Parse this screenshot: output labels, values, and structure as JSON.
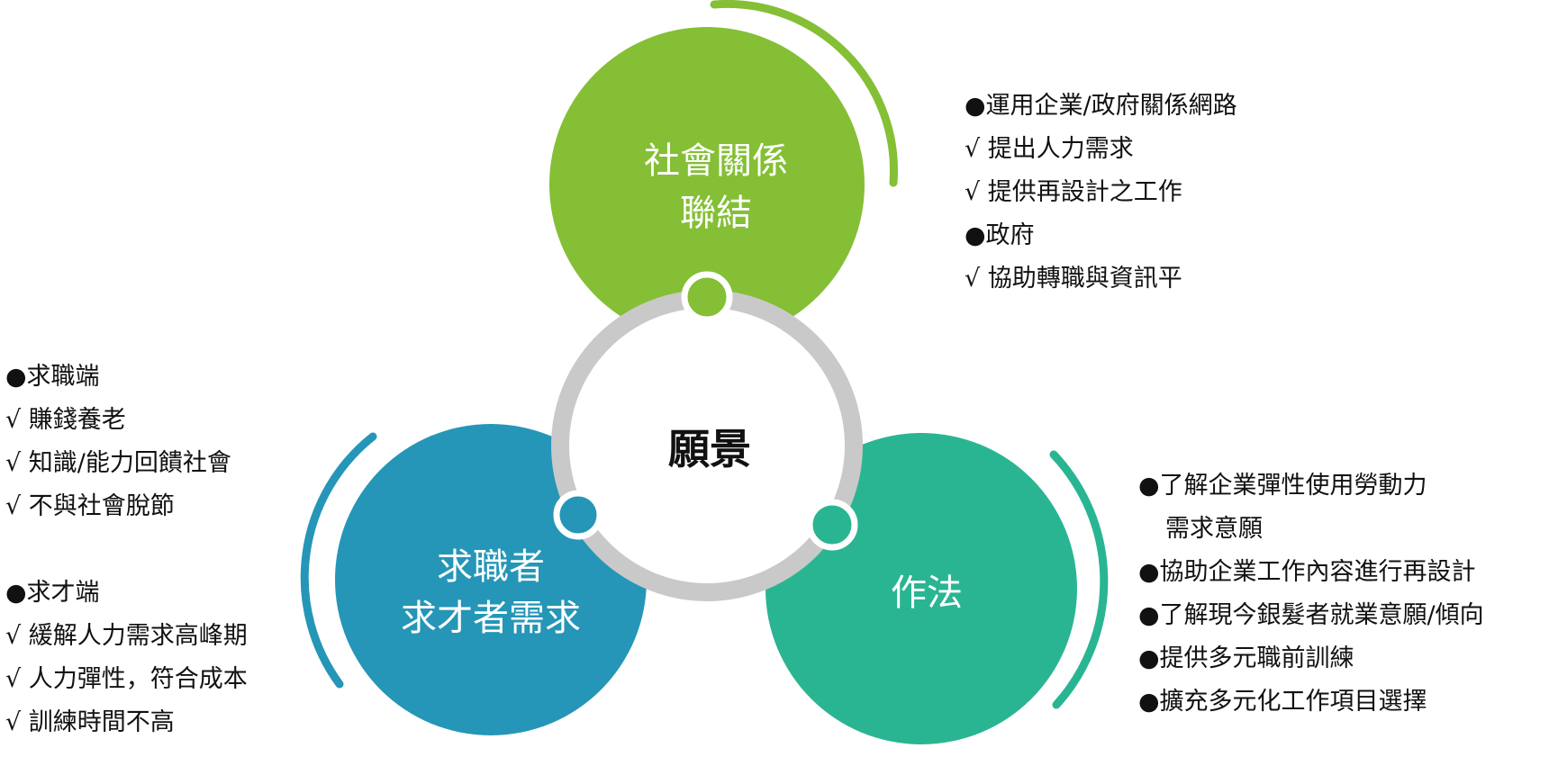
{
  "colors": {
    "green": "#84bf35",
    "blue": "#2596b7",
    "teal": "#2ab592",
    "ring": "#c9c9c9"
  },
  "diagram": {
    "center_label": "願景",
    "circle_top": {
      "line1": "社會關係",
      "line2": "聯結"
    },
    "circle_left": {
      "line1": "求職者",
      "line2": "求才者需求"
    },
    "circle_right": {
      "line1": "作法"
    }
  },
  "text_blocks": {
    "top_right": [
      "●運用企業/政府關係網路",
      "√ 提出人力需求",
      "√ 提供再設計之工作",
      "●政府",
      "√ 協助轉職與資訊平"
    ],
    "left_seeker": [
      "●求職端",
      "√ 賺錢養老",
      "√ 知識/能力回饋社會",
      "√ 不與社會脫節"
    ],
    "left_employer": [
      "●求才端",
      "√ 緩解人力需求高峰期",
      "√ 人力彈性，符合成本",
      "√ 訓練時間不高"
    ],
    "bottom_right": [
      "●了解企業彈性使用勞動力",
      "需求意願",
      "●協助企業工作內容進行再設計",
      "●了解現今銀髮者就業意願/傾向",
      "●提供多元職前訓練",
      "●擴充多元化工作項目選擇"
    ]
  }
}
